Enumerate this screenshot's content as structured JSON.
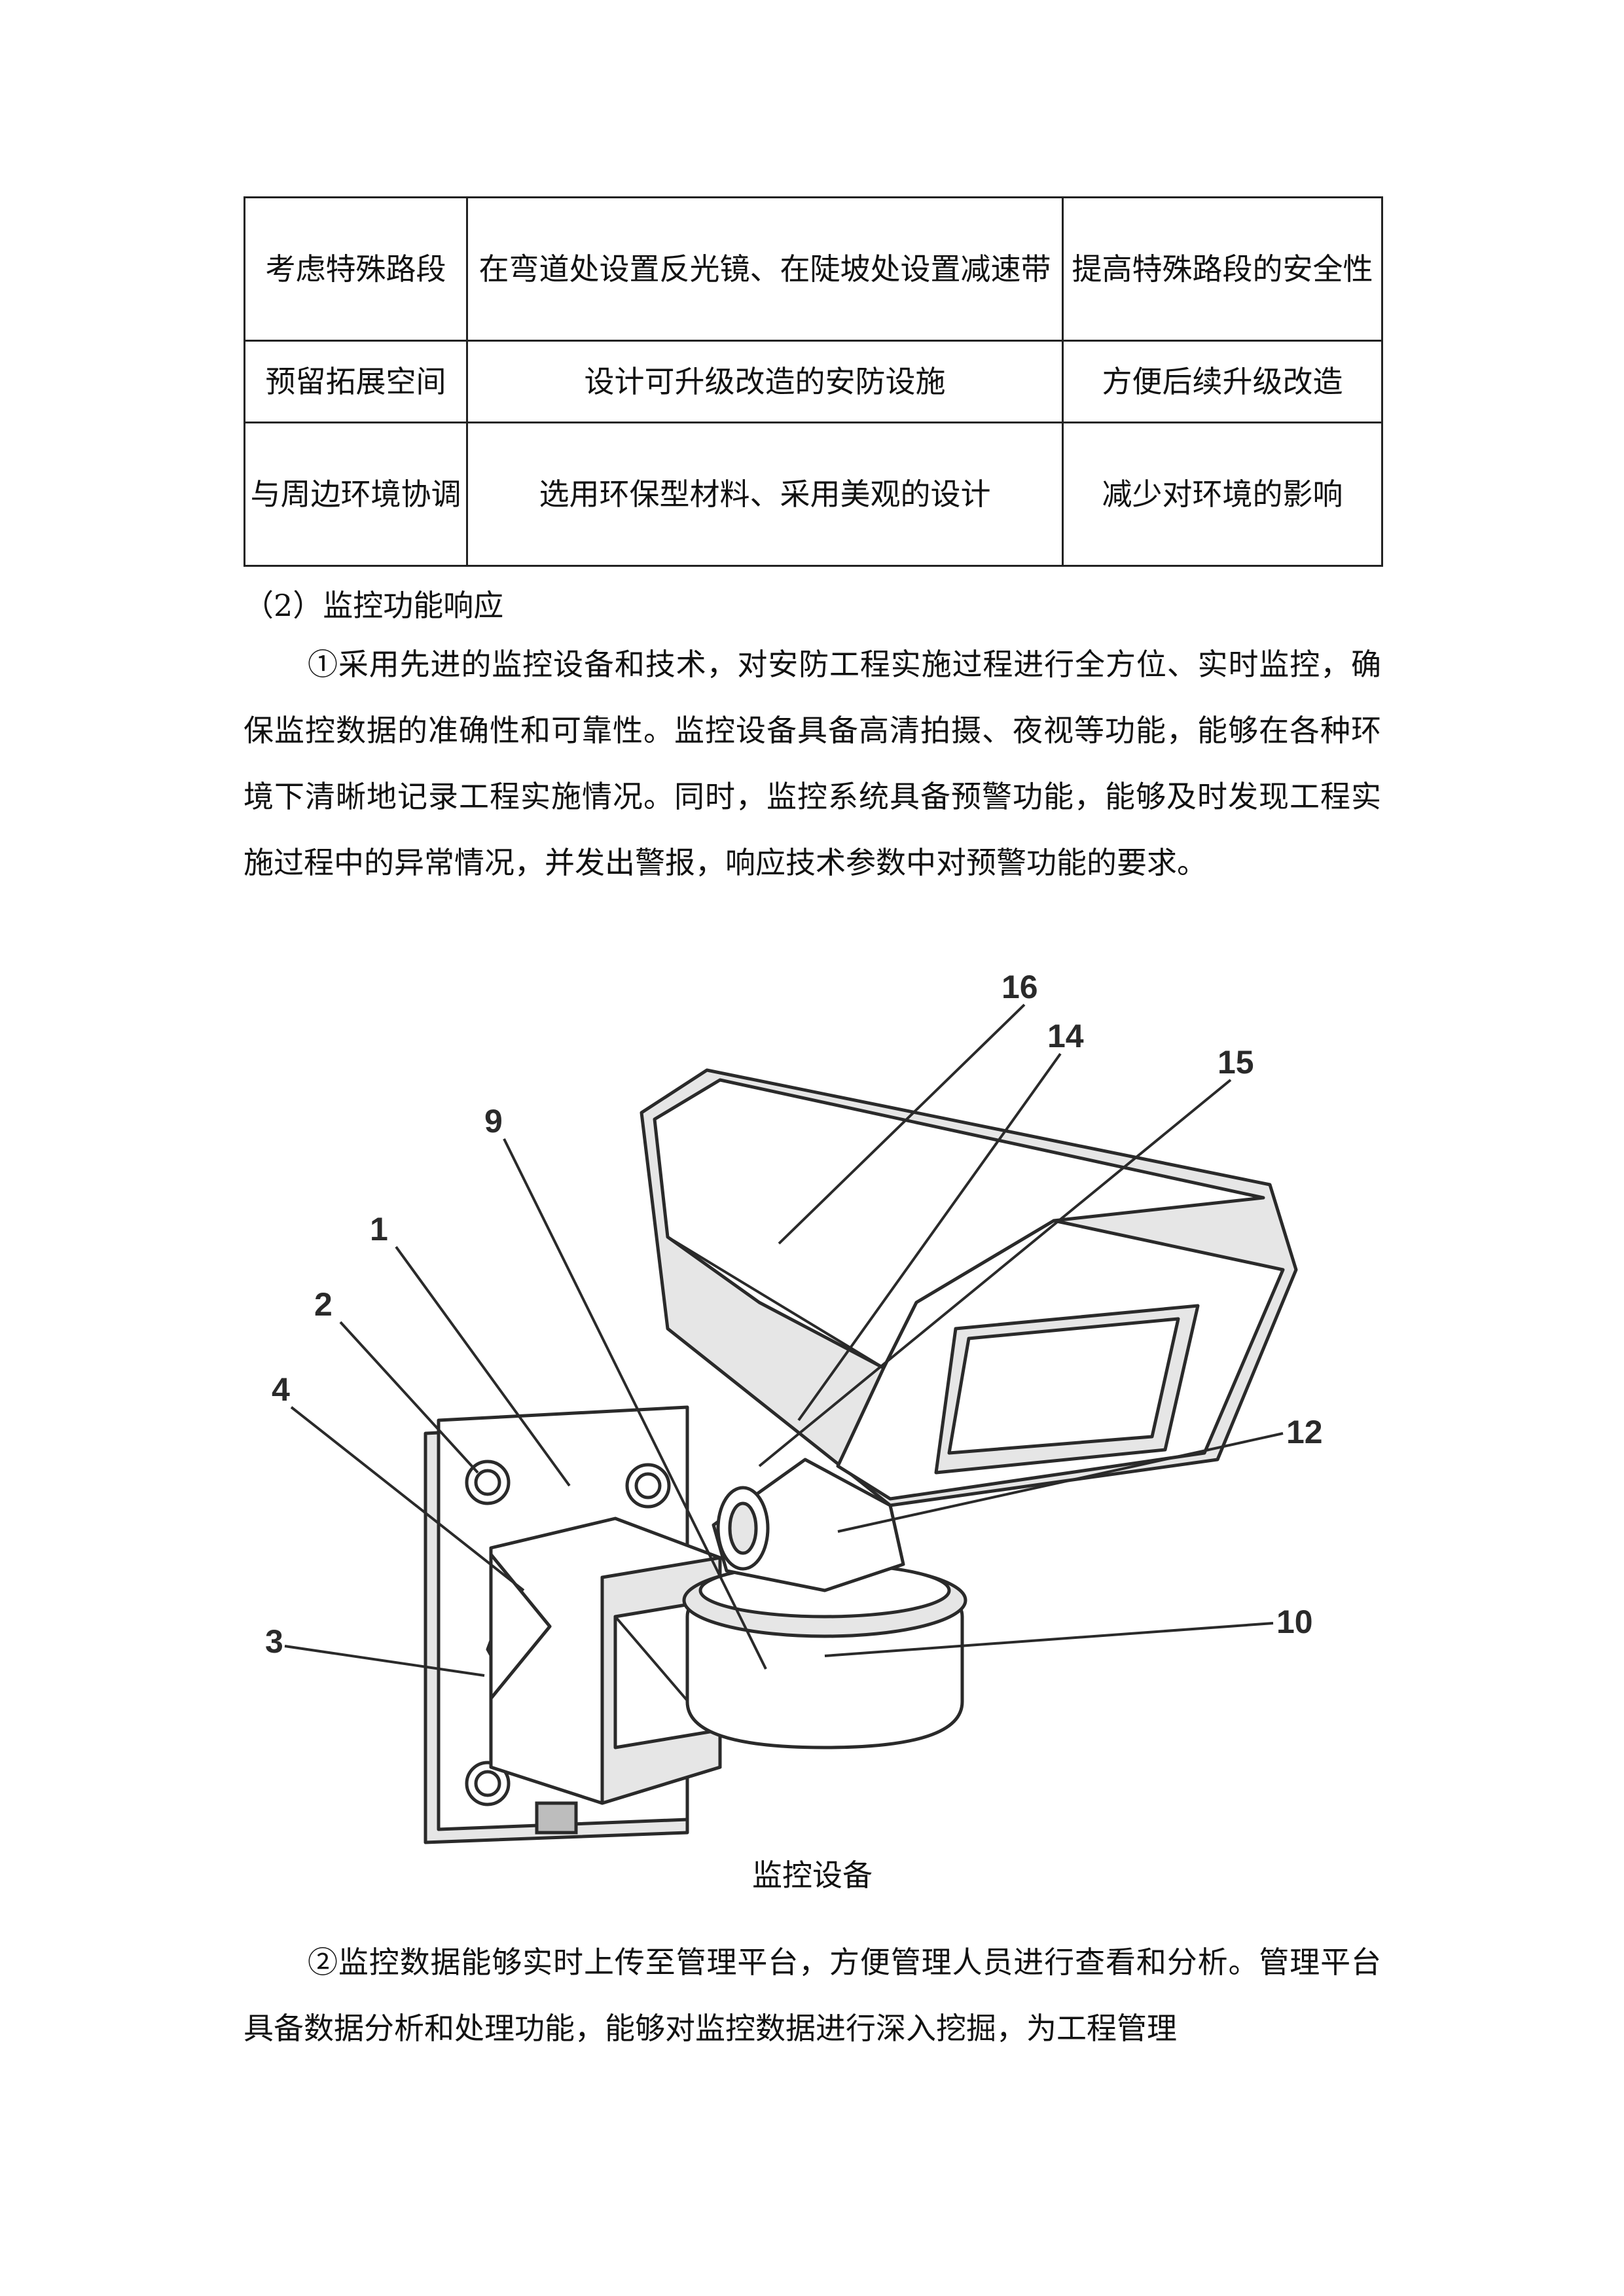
{
  "table": {
    "rows": [
      {
        "measure": "考虑特殊路段",
        "method": "在弯道处设置反光镜、在陡坡处设置减速带",
        "effect": "提高特殊路段的安全性"
      },
      {
        "measure": "预留拓展空间",
        "method": "设计可升级改造的安防设施",
        "effect": "方便后续升级改造"
      },
      {
        "measure": "与周边环境协调",
        "method": "选用环保型材料、采用美观的设计",
        "effect": "减少对环境的影响"
      }
    ]
  },
  "section": {
    "heading": "（2）监控功能响应",
    "paragraph_1": "①采用先进的监控设备和技术，对安防工程实施过程进行全方位、实时监控，确保监控数据的准确性和可靠性。监控设备具备高清拍摄、夜视等功能，能够在各种环境下清晰地记录工程实施情况。同时，监控系统具备预警功能，能够及时发现工程实施过程中的异常情况，并发出警报，响应技术参数中对预警功能的要求。",
    "paragraph_2": "②监控数据能够实时上传至管理平台，方便管理人员进行查看和分析。管理平台具备数据分析和处理功能，能够对监控数据进行深入挖掘，为工程管理"
  },
  "figure": {
    "caption": "监控设备",
    "callouts": {
      "c16": "16",
      "c14": "14",
      "c15": "15",
      "c9": "9",
      "c1": "1",
      "c2": "2",
      "c4": "4",
      "c3": "3",
      "c12": "12",
      "c10": "10"
    }
  }
}
